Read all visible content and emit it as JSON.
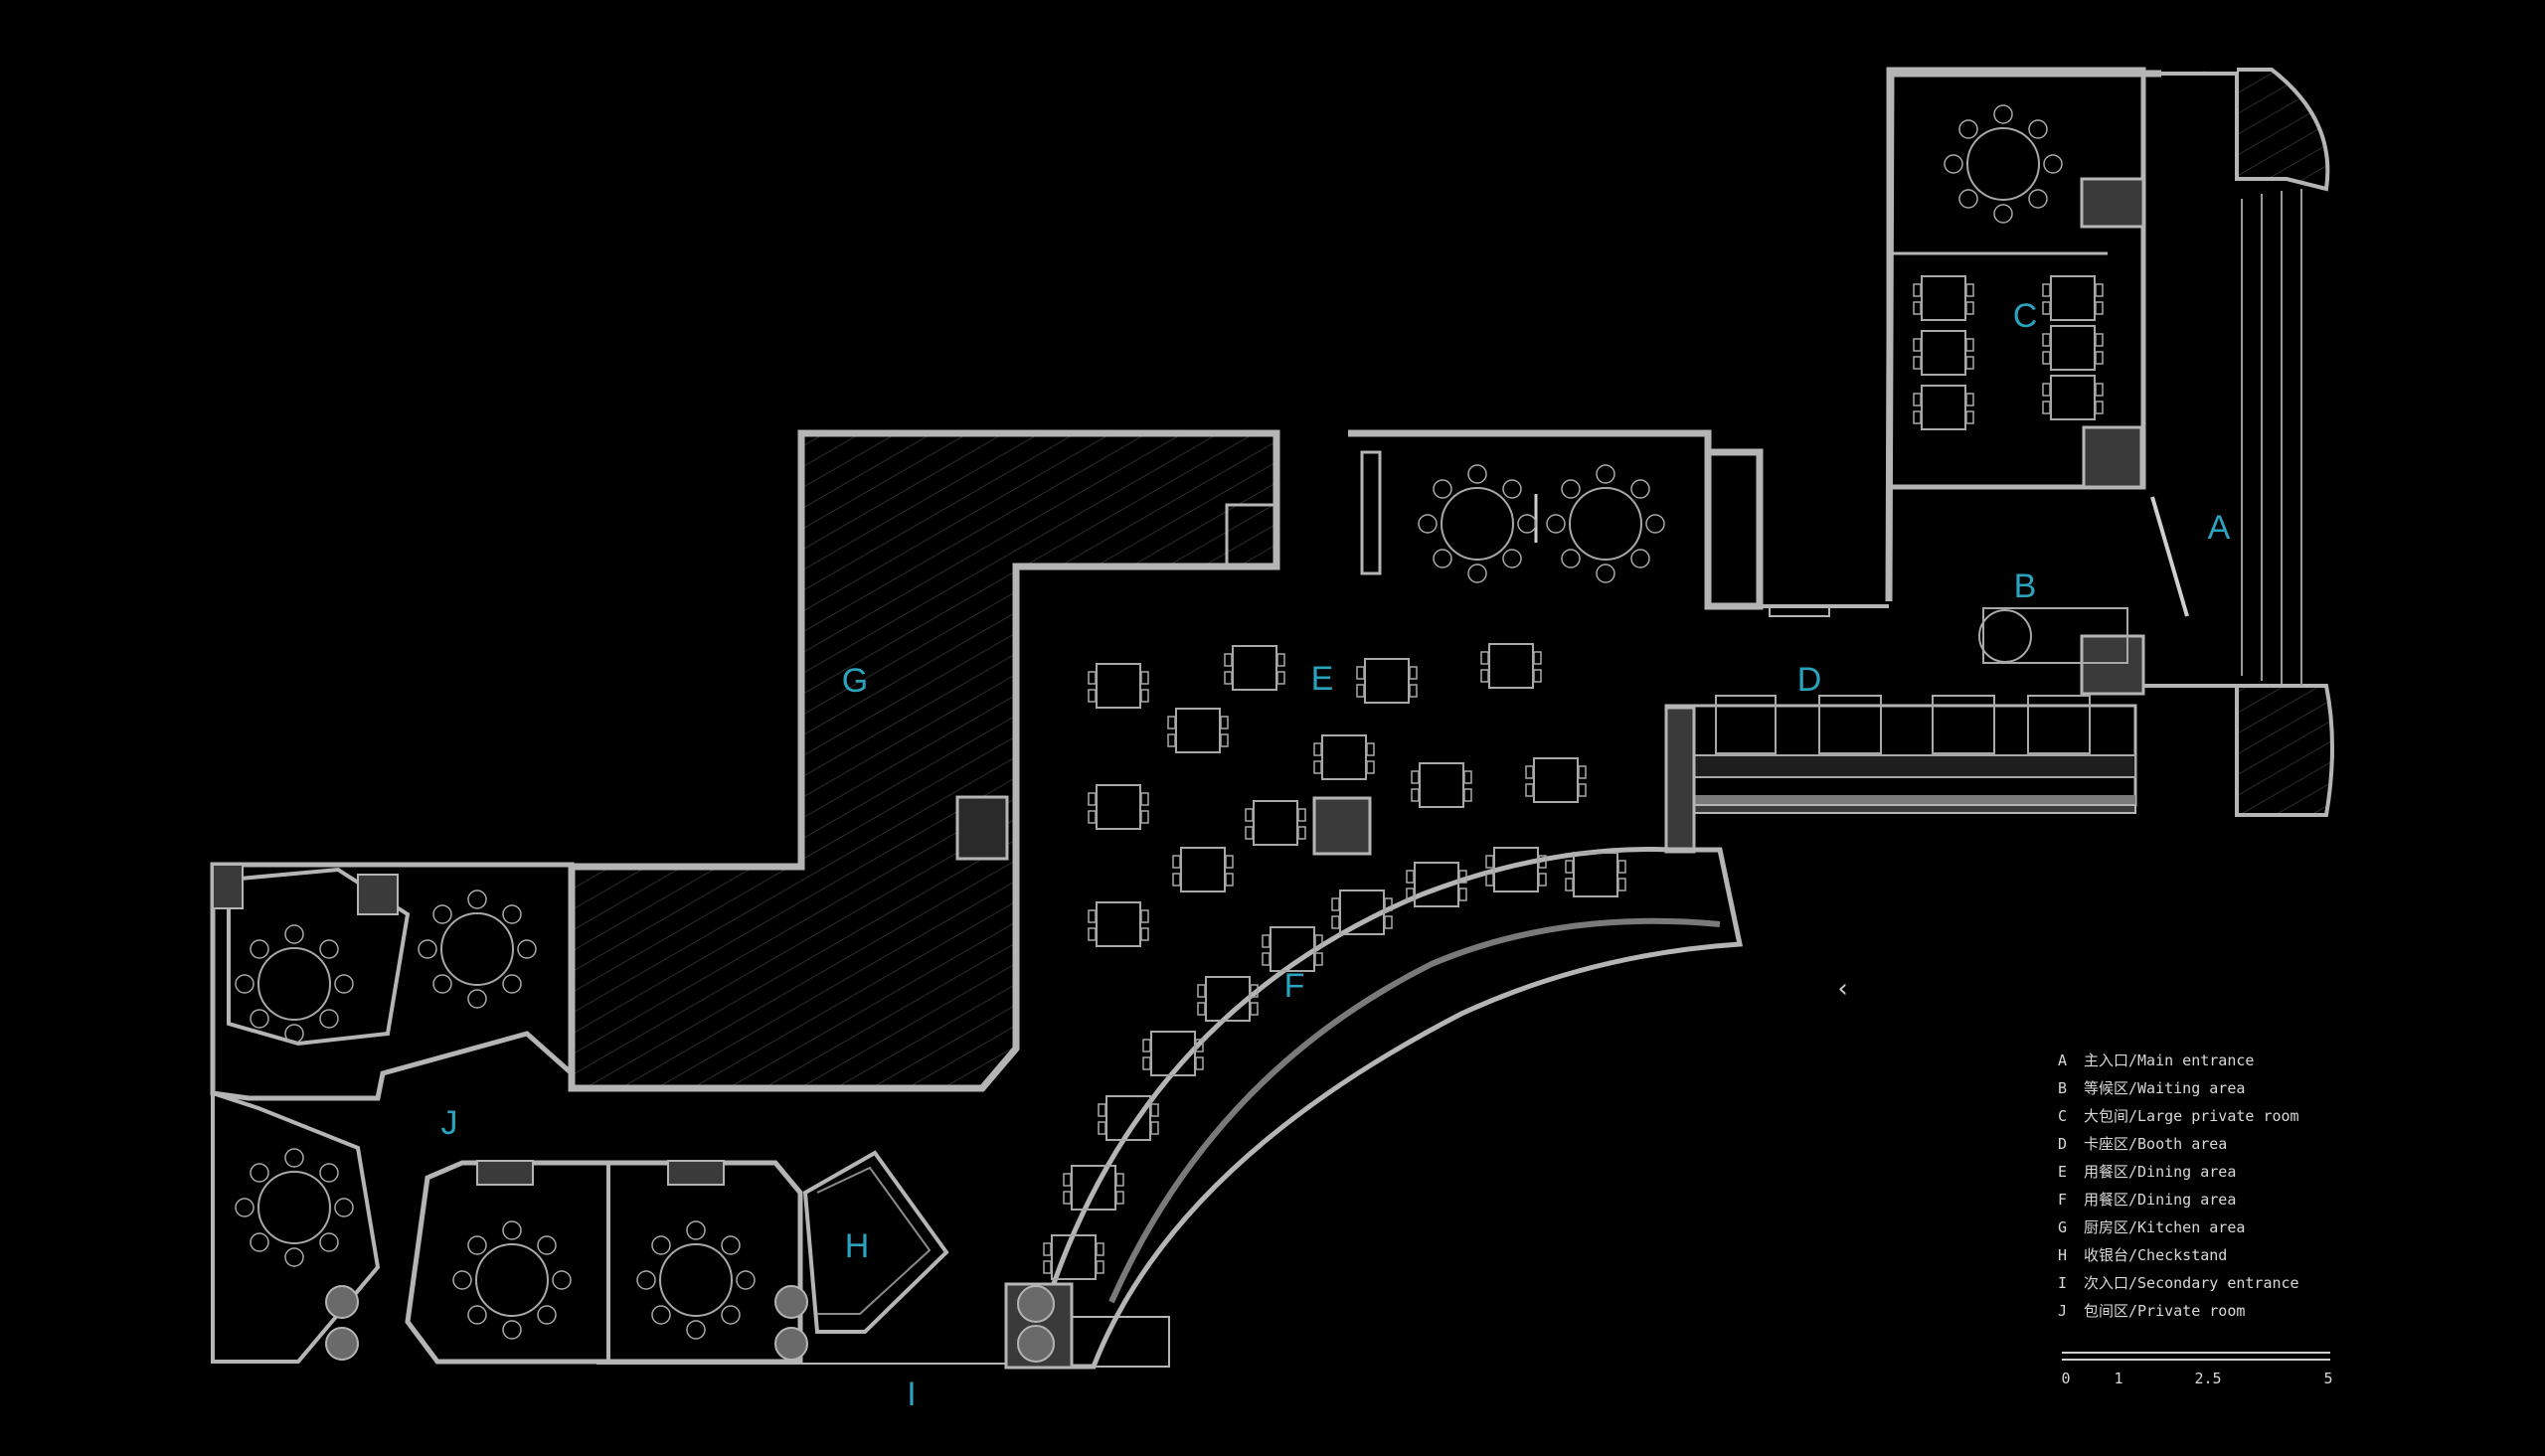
{
  "zones": [
    {
      "id": "A",
      "label": "A"
    },
    {
      "id": "B",
      "label": "B"
    },
    {
      "id": "C",
      "label": "C"
    },
    {
      "id": "D",
      "label": "D"
    },
    {
      "id": "E",
      "label": "E"
    },
    {
      "id": "F",
      "label": "F"
    },
    {
      "id": "G",
      "label": "G"
    },
    {
      "id": "H",
      "label": "H"
    },
    {
      "id": "I",
      "label": "I"
    },
    {
      "id": "J",
      "label": "J"
    }
  ],
  "legend": [
    {
      "key": "A",
      "text": "主入口/Main entrance"
    },
    {
      "key": "B",
      "text": "等候区/Waiting area"
    },
    {
      "key": "C",
      "text": "大包间/Large private room"
    },
    {
      "key": "D",
      "text": "卡座区/Booth area"
    },
    {
      "key": "E",
      "text": "用餐区/Dining area"
    },
    {
      "key": "F",
      "text": "用餐区/Dining area"
    },
    {
      "key": "G",
      "text": "厨房区/Kitchen area"
    },
    {
      "key": "H",
      "text": "收银台/Checkstand"
    },
    {
      "key": "I",
      "text": "次入口/Secondary entrance"
    },
    {
      "key": "J",
      "text": "包间区/Private room"
    }
  ],
  "scale": {
    "ticks": [
      "0",
      "1",
      "2.5",
      "5"
    ]
  },
  "nav": {
    "back_icon": "chevron-left-icon",
    "back_glyph": "‹"
  },
  "colors": {
    "background": "#000000",
    "walls": "#b5b5b5",
    "accent": "#2aa3bf"
  }
}
